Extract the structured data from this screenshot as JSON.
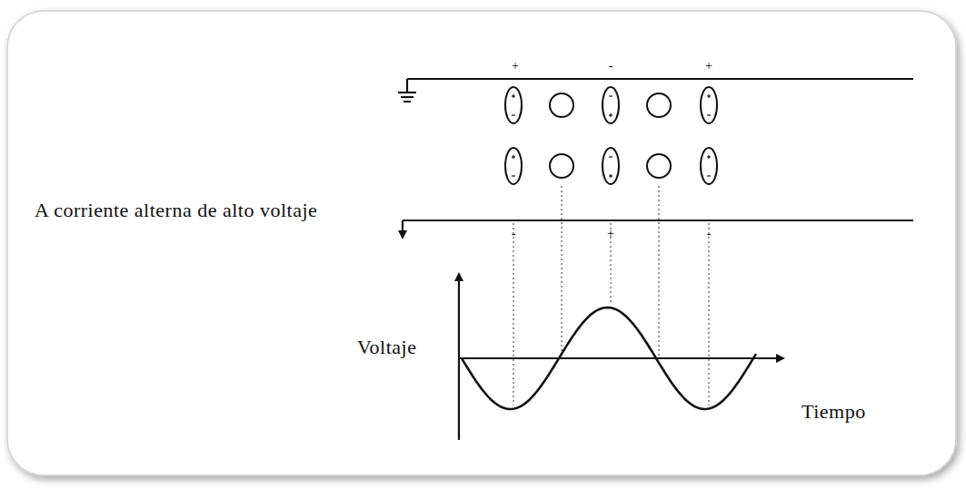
{
  "diagram": {
    "labels": [
      "+",
      "-",
      "+",
      "-",
      "+",
      "-",
      "A corriente alterna de alto voltaje",
      "Voltaje",
      "Tiempo"
    ]
  }
}
